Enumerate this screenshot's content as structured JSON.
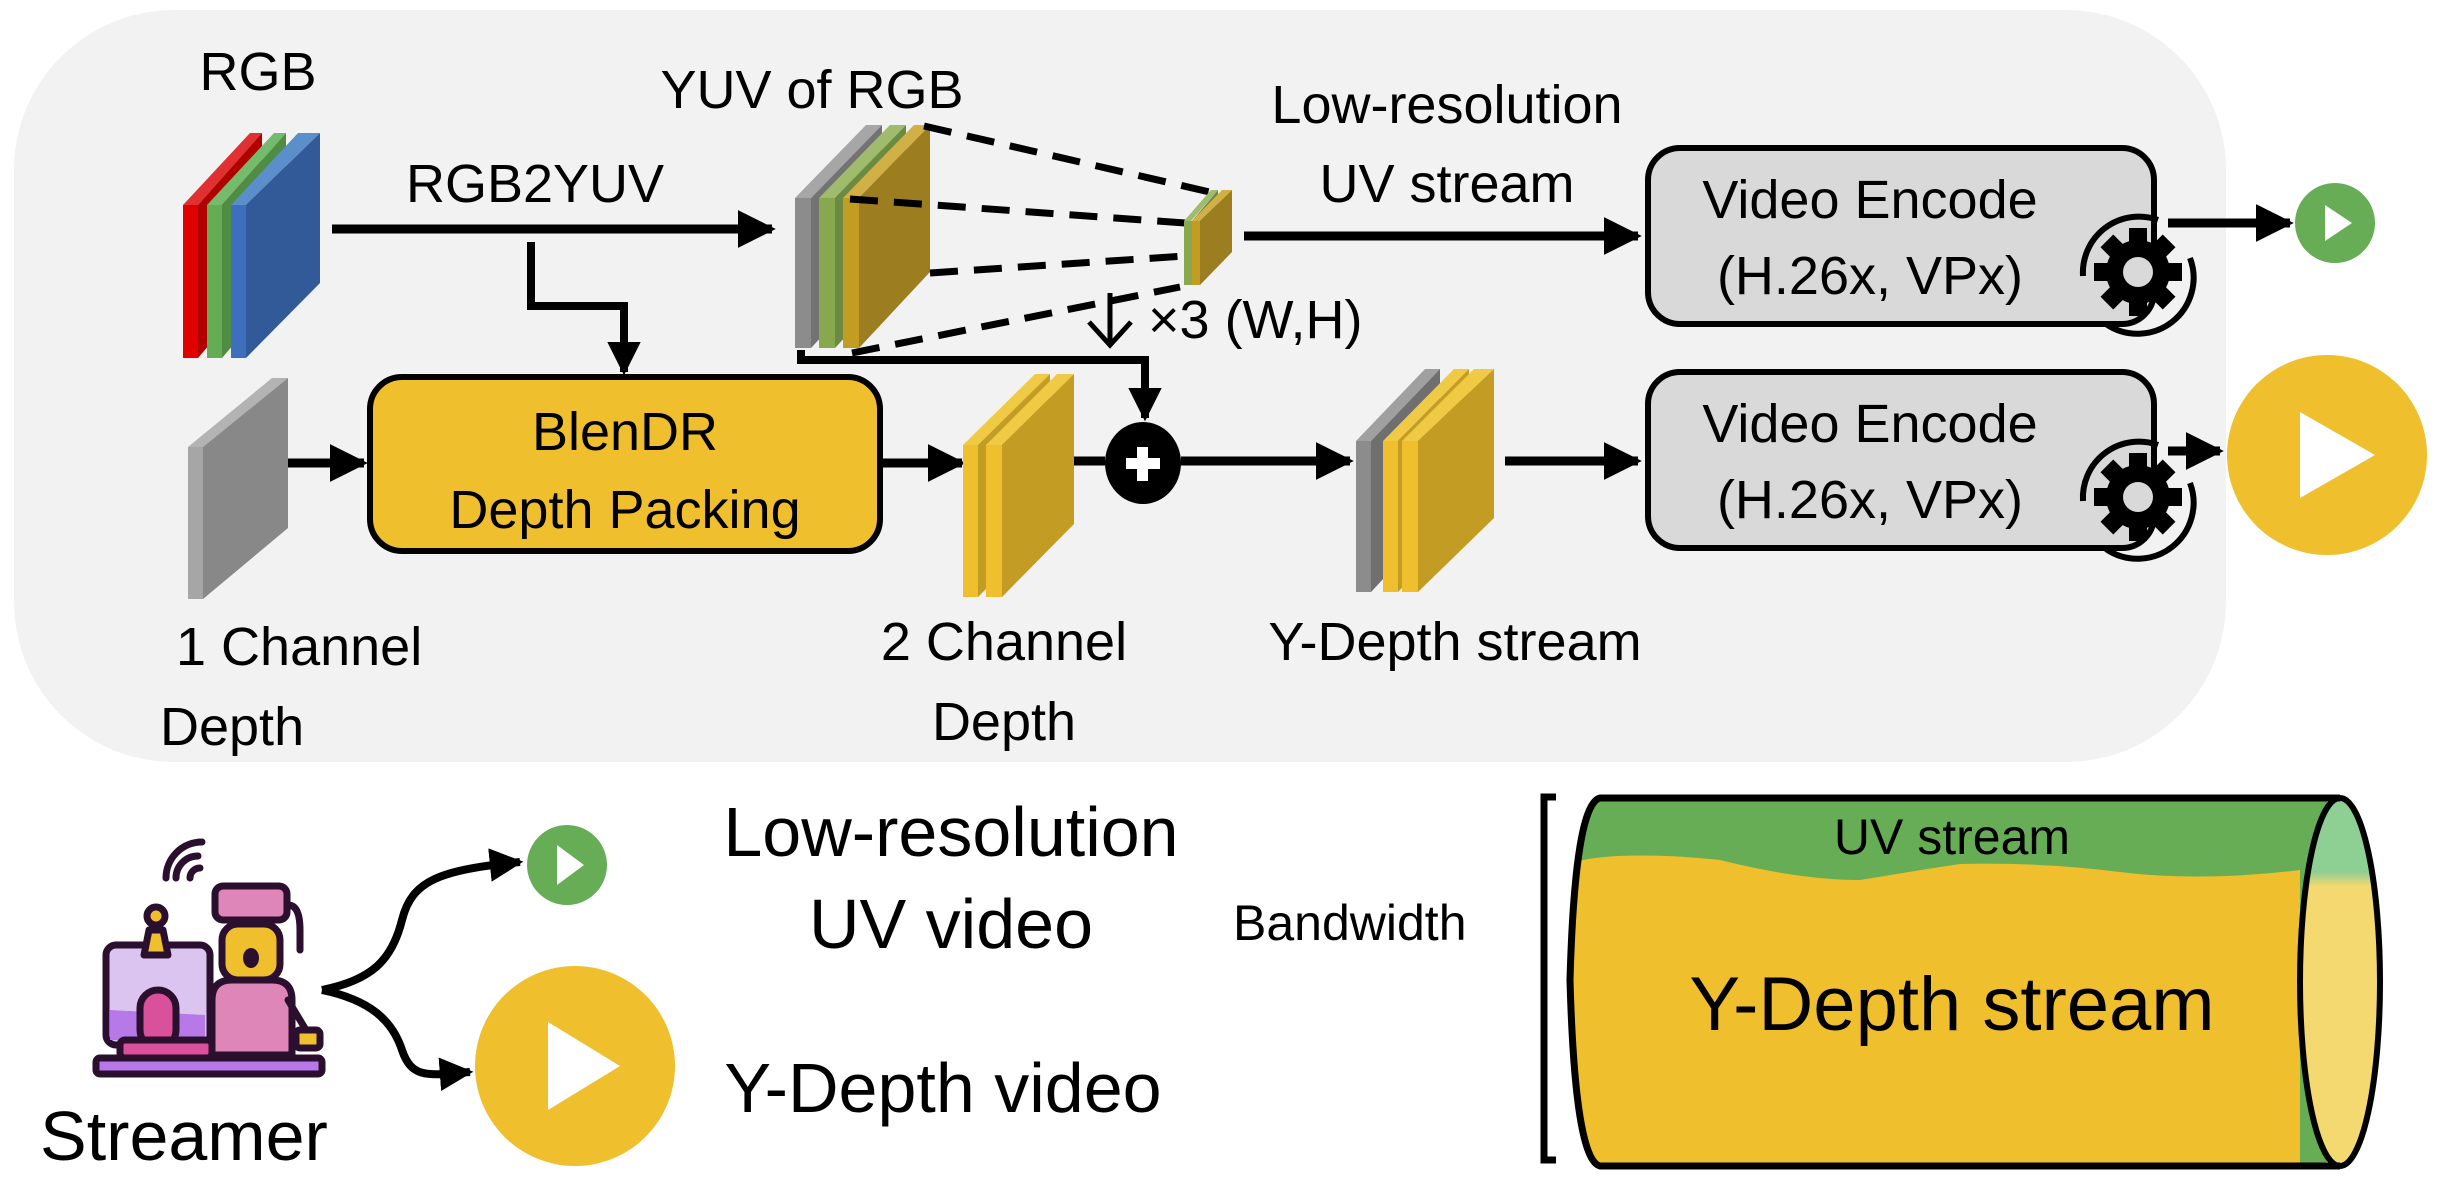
{
  "colors": {
    "panel_bg": "#f2f2f2",
    "red": "#e00000",
    "green": "#66ad55",
    "blue": "#3e6fbc",
    "gray": "#8c8c8c",
    "yellow": "#efbf2e",
    "yellow_dark": "#c39c24",
    "olive": "#9c7d20",
    "encoder_fill": "#d9d9d9",
    "light_green": "#8ecf94",
    "light_yellow": "#f4d870"
  },
  "pipeline": {
    "rgb_label": "RGB",
    "rgb2yuv_label": "RGB2YUV",
    "yuv_label": "YUV of RGB",
    "uv_stream_label_line1": "Low-resolution",
    "uv_stream_label_line2": "UV stream",
    "downsample_label": "×3 (W,H)",
    "depth_input_label_line1": "1 Channel",
    "depth_input_label_line2": "Depth",
    "packing_line1": "BlenDR",
    "packing_line2": "Depth Packing",
    "packed_label_line1": "2 Channel",
    "packed_label_line2": "Depth",
    "combine_symbol": "+",
    "ydepth_stream_label": "Y-Depth stream",
    "encoders": [
      {
        "line1": "Video Encode",
        "line2": "(H.26x, VPx)",
        "output": "uv-video-play"
      },
      {
        "line1": "Video Encode",
        "line2": "(H.26x, VPx)",
        "output": "ydepth-video-play"
      }
    ]
  },
  "bottom": {
    "streamer_label": "Streamer",
    "uv_video_line1": "Low-resolution",
    "uv_video_line2": "UV video",
    "ydepth_video_label": "Y-Depth video",
    "bandwidth_label": "Bandwidth",
    "pipe_uv_label": "UV stream",
    "pipe_ydepth_label": "Y-Depth stream"
  }
}
